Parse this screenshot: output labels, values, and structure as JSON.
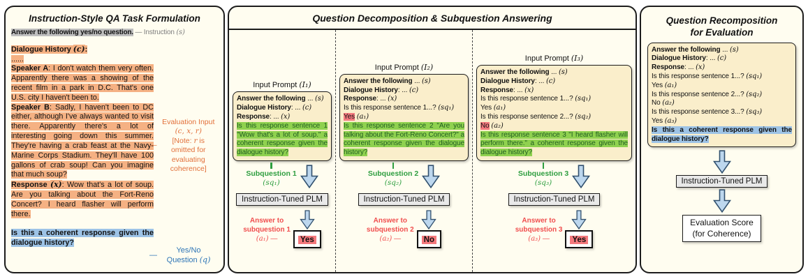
{
  "colors": {
    "panel_bg": "#FFFDF0",
    "prompt_box_bg": "#FAEECB",
    "highlight_gray": "#BFBFBF",
    "highlight_orange": "#F5B183",
    "highlight_blue": "#9DC3E6",
    "highlight_green": "#8FD14F",
    "highlight_red": "#F4797D",
    "label_green": "#2E9E40",
    "label_orange": "#E2703A",
    "label_blue": "#2E75B6",
    "label_gray": "#7F7F7F",
    "label_red": "#F04E4E",
    "arrow_fill": "#BDD7EE"
  },
  "plm_label": "Instruction-Tuned PLM",
  "left_panel": {
    "title": "Instruction-Style QA Task Formulation",
    "instruction_line": [
      {
        "c": "",
        "seg": [
          {
            "t": "Answer the following yes/no question.",
            "c": "b hg"
          },
          {
            "t": " — Instruction ",
            "c": "tgray"
          },
          {
            "t": "(s)",
            "c": "tgray m"
          }
        ]
      }
    ],
    "dialogue_block": [
      {
        "c": "",
        "seg": [
          {
            "t": "Dialogue History ",
            "c": "b ho"
          },
          {
            "t": "(c)",
            "c": "m ho b"
          },
          {
            "t": ":",
            "c": "b ho"
          }
        ]
      },
      {
        "c": "",
        "seg": [
          {
            "t": "......",
            "c": "ho"
          }
        ]
      },
      {
        "c": "j",
        "seg": [
          {
            "t": "Speaker A",
            "c": "b ho"
          },
          {
            "t": ": I don't watch them very often. Apparently there was a showing of the recent film in a park in D.C. That's one U.S. city I haven't been to.",
            "c": "ho"
          }
        ]
      },
      {
        "c": "j",
        "seg": [
          {
            "t": "Speaker B",
            "c": "b ho"
          },
          {
            "t": ": Sadly, I haven't been to DC either, although I've always wanted to visit there. Apparently there's a lot of interesting going down this summer. They're having a crab feast at the Navy-Marine Corps Stadium. They'll have 100 gallons of crab soup! Can you imagine that much soup?",
            "c": "ho"
          }
        ]
      },
      {
        "c": "j",
        "seg": [
          {
            "t": "Response ",
            "c": "b ho"
          },
          {
            "t": "(x)",
            "c": "m ho b"
          },
          {
            "t": ": Wow that's a lot of soup. Are you talking about the Fort-Reno Concert? I heard flasher will perform there.",
            "c": "ho"
          }
        ]
      }
    ],
    "question_block": [
      {
        "c": "j",
        "seg": [
          {
            "t": "Is this a coherent response given the dialogue history?",
            "c": "b hb"
          }
        ]
      }
    ],
    "eval_label_dash": "—",
    "eval_label": [
      {
        "c": "",
        "seg": [
          {
            "t": "Evaluation Input"
          }
        ]
      },
      {
        "c": "",
        "seg": [
          {
            "t": "(c, x, r)",
            "c": "m"
          }
        ]
      },
      {
        "c": "",
        "seg": [
          {
            "t": "[Note: "
          },
          {
            "t": "r",
            "c": "m"
          },
          {
            "t": " is"
          }
        ]
      },
      {
        "c": "",
        "seg": [
          {
            "t": "omitted for"
          }
        ]
      },
      {
        "c": "",
        "seg": [
          {
            "t": "evaluating"
          }
        ]
      },
      {
        "c": "",
        "seg": [
          {
            "t": "coherence]"
          }
        ]
      }
    ],
    "question_label_dash": "—",
    "question_label": [
      {
        "c": "",
        "seg": [
          {
            "t": "Yes/No"
          }
        ]
      },
      {
        "c": "",
        "seg": [
          {
            "t": "Question "
          },
          {
            "t": "(q)",
            "c": "m"
          }
        ]
      }
    ]
  },
  "middle_panel": {
    "title": "Question Decomposition & Subquestion Answering",
    "columns": [
      {
        "header": [
          {
            "c": "",
            "seg": [
              {
                "t": "Input Prompt "
              },
              {
                "t": "(I₁)",
                "c": "m"
              }
            ]
          }
        ],
        "box": [
          {
            "c": "",
            "seg": [
              {
                "t": "Answer the following",
                "c": "b"
              },
              {
                "t": " ... "
              },
              {
                "t": "(s)",
                "c": "m"
              }
            ]
          },
          {
            "c": "",
            "seg": [
              {
                "t": "Dialogue History",
                "c": "b"
              },
              {
                "t": ": ... "
              },
              {
                "t": "(c)",
                "c": "m"
              }
            ]
          },
          {
            "c": "",
            "seg": [
              {
                "t": "Response",
                "c": "b"
              },
              {
                "t": ": ... "
              },
              {
                "t": "(x)",
                "c": "m"
              }
            ]
          },
          {
            "c": "j",
            "seg": [
              {
                "t": "Is this response sentence 1 \"Wow that's a lot of soup.\" a coherent response given the dialogue history?",
                "c": "hgr tdg"
              }
            ]
          }
        ],
        "sub_label": [
          {
            "c": "",
            "seg": [
              {
                "t": "Subquestion 1",
                "c": "b"
              }
            ]
          },
          {
            "c": "",
            "seg": [
              {
                "t": "(sq₁)",
                "c": "m"
              }
            ]
          }
        ],
        "ans_label": [
          {
            "c": "",
            "seg": [
              {
                "t": "Answer to",
                "c": "b"
              }
            ]
          },
          {
            "c": "",
            "seg": [
              {
                "t": "subquestion 1",
                "c": "b"
              }
            ]
          },
          {
            "c": "",
            "seg": [
              {
                "t": "(a₁)",
                "c": "m"
              },
              {
                "t": " —"
              }
            ]
          }
        ],
        "answer": "Yes"
      },
      {
        "header": [
          {
            "c": "",
            "seg": [
              {
                "t": "Input Prompt "
              },
              {
                "t": "(I₂)",
                "c": "m"
              }
            ]
          }
        ],
        "box": [
          {
            "c": "",
            "seg": [
              {
                "t": "Answer the following",
                "c": "b"
              },
              {
                "t": " ... "
              },
              {
                "t": "(s)",
                "c": "m"
              }
            ]
          },
          {
            "c": "",
            "seg": [
              {
                "t": "Dialogue History",
                "c": "b"
              },
              {
                "t": ": ... "
              },
              {
                "t": "(c)",
                "c": "m"
              }
            ]
          },
          {
            "c": "",
            "seg": [
              {
                "t": "Response",
                "c": "b"
              },
              {
                "t": ": ... "
              },
              {
                "t": "(x)",
                "c": "m"
              }
            ]
          },
          {
            "c": "",
            "seg": [
              {
                "t": "Is this response sentence 1...? "
              },
              {
                "t": "(sq₁)",
                "c": "m"
              }
            ]
          },
          {
            "c": "",
            "seg": [
              {
                "t": "Yes",
                "c": "hr"
              },
              {
                "t": " "
              },
              {
                "t": "(a₁)",
                "c": "m"
              }
            ]
          },
          {
            "c": "j",
            "seg": [
              {
                "t": "Is this response sentence 2 \"Are you talking about the Fort-Reno Concert?\" a coherent response given the dialogue history?",
                "c": "hgr tdg"
              }
            ]
          }
        ],
        "sub_label": [
          {
            "c": "",
            "seg": [
              {
                "t": "Subquestion 2",
                "c": "b"
              }
            ]
          },
          {
            "c": "",
            "seg": [
              {
                "t": "(sq₂)",
                "c": "m"
              }
            ]
          }
        ],
        "ans_label": [
          {
            "c": "",
            "seg": [
              {
                "t": "Answer to",
                "c": "b"
              }
            ]
          },
          {
            "c": "",
            "seg": [
              {
                "t": "subquestion 2",
                "c": "b"
              }
            ]
          },
          {
            "c": "",
            "seg": [
              {
                "t": "(a₂)",
                "c": "m"
              },
              {
                "t": " —"
              }
            ]
          }
        ],
        "answer": "No"
      },
      {
        "header": [
          {
            "c": "",
            "seg": [
              {
                "t": "Input Prompt "
              },
              {
                "t": "(I₃)",
                "c": "m"
              }
            ]
          }
        ],
        "box": [
          {
            "c": "",
            "seg": [
              {
                "t": "Answer the following",
                "c": "b"
              },
              {
                "t": " ... "
              },
              {
                "t": "(s)",
                "c": "m"
              }
            ]
          },
          {
            "c": "",
            "seg": [
              {
                "t": "Dialogue History",
                "c": "b"
              },
              {
                "t": ": ... "
              },
              {
                "t": "(c)",
                "c": "m"
              }
            ]
          },
          {
            "c": "",
            "seg": [
              {
                "t": "Response",
                "c": "b"
              },
              {
                "t": ": ... "
              },
              {
                "t": "(x)",
                "c": "m"
              }
            ]
          },
          {
            "c": "",
            "seg": [
              {
                "t": "Is this response sentence 1...? "
              },
              {
                "t": "(sq₁)",
                "c": "m"
              }
            ]
          },
          {
            "c": "",
            "seg": [
              {
                "t": "Yes "
              },
              {
                "t": "(a₁)",
                "c": "m"
              }
            ]
          },
          {
            "c": "",
            "seg": [
              {
                "t": "Is this response sentence 2...? "
              },
              {
                "t": "(sq₂)",
                "c": "m"
              }
            ]
          },
          {
            "c": "",
            "seg": [
              {
                "t": "No",
                "c": "hr"
              },
              {
                "t": " "
              },
              {
                "t": "(a₂)",
                "c": "m"
              }
            ]
          },
          {
            "c": "j",
            "seg": [
              {
                "t": "Is this response sentence 3 \"I heard flasher will perform there.\" a coherent response given the dialogue history?",
                "c": "hgr tdg"
              }
            ]
          }
        ],
        "sub_label": [
          {
            "c": "",
            "seg": [
              {
                "t": "Subquestion 3",
                "c": "b"
              }
            ]
          },
          {
            "c": "",
            "seg": [
              {
                "t": "(sq₃)",
                "c": "m"
              }
            ]
          }
        ],
        "ans_label": [
          {
            "c": "",
            "seg": [
              {
                "t": "Answer to",
                "c": "b"
              }
            ]
          },
          {
            "c": "",
            "seg": [
              {
                "t": "subquestion 3",
                "c": "b"
              }
            ]
          },
          {
            "c": "",
            "seg": [
              {
                "t": "(a₃)",
                "c": "m"
              },
              {
                "t": " —"
              }
            ]
          }
        ],
        "answer": "Yes"
      }
    ]
  },
  "right_panel": {
    "title": [
      {
        "c": "",
        "seg": [
          {
            "t": "Question Recomposition"
          }
        ]
      },
      {
        "c": "",
        "seg": [
          {
            "t": "for Evaluation"
          }
        ]
      }
    ],
    "box": [
      {
        "c": "",
        "seg": [
          {
            "t": "Answer the following",
            "c": "b"
          },
          {
            "t": " ... "
          },
          {
            "t": "(s)",
            "c": "m"
          }
        ]
      },
      {
        "c": "",
        "seg": [
          {
            "t": "Dialogue History",
            "c": "b"
          },
          {
            "t": ": ... "
          },
          {
            "t": "(c)",
            "c": "m"
          }
        ]
      },
      {
        "c": "",
        "seg": [
          {
            "t": "Response",
            "c": "b"
          },
          {
            "t": ": ... "
          },
          {
            "t": "(x)",
            "c": "m"
          }
        ]
      },
      {
        "c": "",
        "seg": [
          {
            "t": "Is this response sentence 1...? "
          },
          {
            "t": "(sq₁)",
            "c": "m"
          }
        ]
      },
      {
        "c": "",
        "seg": [
          {
            "t": "Yes "
          },
          {
            "t": "(a₁)",
            "c": "m"
          }
        ]
      },
      {
        "c": "",
        "seg": [
          {
            "t": "Is this response sentence 2...? "
          },
          {
            "t": "(sq₂)",
            "c": "m"
          }
        ]
      },
      {
        "c": "",
        "seg": [
          {
            "t": "No "
          },
          {
            "t": "(a₂)",
            "c": "m"
          }
        ]
      },
      {
        "c": "",
        "seg": [
          {
            "t": "Is this response sentence 3...? "
          },
          {
            "t": "(sq₃)",
            "c": "m"
          }
        ]
      },
      {
        "c": "",
        "seg": [
          {
            "t": "Yes "
          },
          {
            "t": "(a₃)",
            "c": "m"
          }
        ]
      },
      {
        "c": "j",
        "seg": [
          {
            "t": "Is this a coherent response given the dialogue history?",
            "c": "b hb"
          }
        ]
      }
    ],
    "score_box": [
      {
        "c": "",
        "seg": [
          {
            "t": "Evaluation Score"
          }
        ]
      },
      {
        "c": "",
        "seg": [
          {
            "t": "(for Coherence)"
          }
        ]
      }
    ]
  }
}
